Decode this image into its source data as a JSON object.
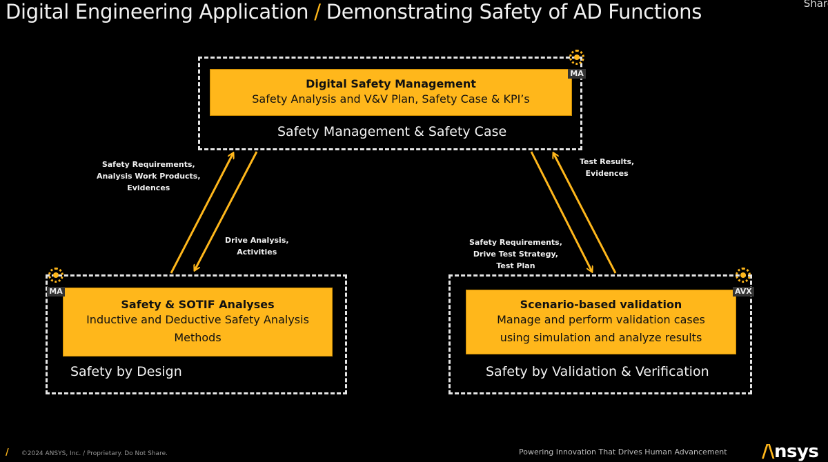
{
  "header": {
    "title_main": "Digital Engineering Application",
    "title_slash": "/",
    "title_sub": "Demonstrating Safety of AD Functions",
    "share": "Share"
  },
  "top_box": {
    "heading": "Digital Safety Management",
    "subtitle": "Safety Analysis and V&V Plan, Safety Case & KPI’s",
    "caption": "Safety Management & Safety Case",
    "badge": "MA"
  },
  "left_box": {
    "heading": "Safety & SOTIF  Analyses",
    "subtitle_line1": "Inductive and Deductive Safety Analysis",
    "subtitle_line2": "Methods",
    "caption": "Safety by Design",
    "badge": "MA"
  },
  "right_box": {
    "heading": "Scenario-based validation",
    "subtitle_line1": "Manage and perform validation cases",
    "subtitle_line2": "using simulation and analyze results",
    "caption": "Safety by Validation & Verification",
    "badge": "AVX"
  },
  "notes": {
    "left_up": [
      "Safety Requirements,",
      "Analysis Work Products,",
      "Evidences"
    ],
    "left_down": [
      "Drive Analysis,",
      "Activities"
    ],
    "right_down": [
      "Safety Requirements,",
      "Drive Test Strategy,",
      "Test Plan"
    ],
    "right_up": [
      "Test Results,",
      "Evidences"
    ]
  },
  "footer": {
    "slash": "/",
    "copyright": "©2024 ANSYS, Inc. / Proprietary. Do Not Share.",
    "tagline": "Powering Innovation That Drives Human Advancement",
    "logo_accent": "/\\",
    "logo_text": "nsys"
  },
  "colors": {
    "accent": "#ffb71b",
    "background": "#000000",
    "dash": "#e6e6e6"
  },
  "icons": [
    "gear-icon"
  ]
}
